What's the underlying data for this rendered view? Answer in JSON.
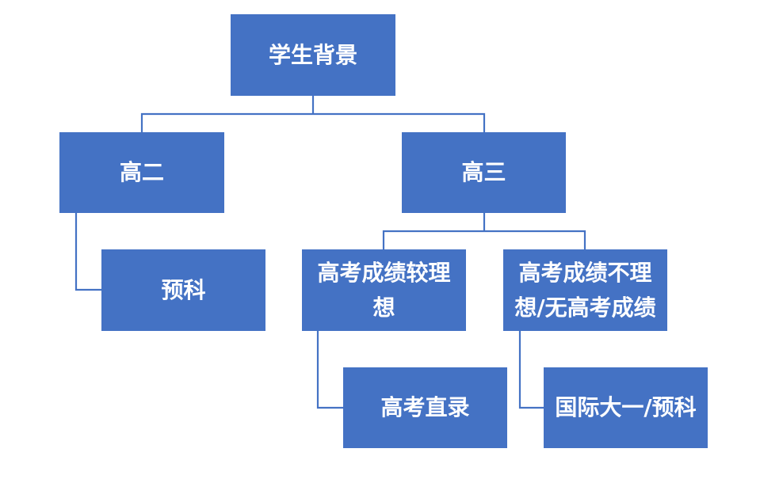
{
  "diagram": {
    "root": "学生背景",
    "grade_two": "高二",
    "grade_three": "高三",
    "prep_course": "预科",
    "good_score": "高考成绩较理想",
    "poor_score": "高考成绩不理想/无高考成绩",
    "direct_admission": "高考直录",
    "intl_year_one": "国际大一/预科"
  },
  "colors": {
    "node_fill": "#4472c4",
    "node_text": "#ffffff",
    "connector": "#4472c4"
  }
}
